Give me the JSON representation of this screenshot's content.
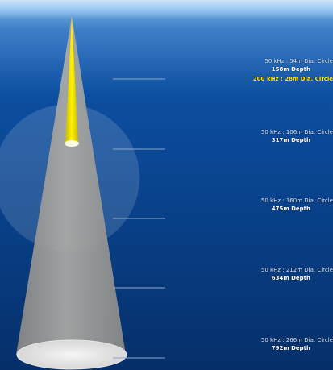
{
  "diagram": {
    "labels": [
      {
        "freq": "50 kHz : 54m Dia. Circle",
        "depth": "158m Depth",
        "extra": "200 kHz : 28m Dia. Circle"
      },
      {
        "freq": "50 kHz : 106m Dia. Circle",
        "depth": "317m Depth"
      },
      {
        "freq": "50 kHz : 160m Dia. Circle",
        "depth": "475m Depth"
      },
      {
        "freq": "50 kHz : 212m Dia. Circle",
        "depth": "634m Depth"
      },
      {
        "freq": "50 kHz : 266m Dia. Circle",
        "depth": "792m Depth"
      }
    ]
  },
  "colors": {
    "water_top": "#82b9ea",
    "water_mid": "#0c4ea0",
    "water_bottom": "#062f69",
    "wide_beam": "#aaa8a1",
    "narrow_beam": "#f4e300",
    "label_text": "#dbe8ff",
    "depth_text": "#ffffff",
    "highlight_text": "#ffee00"
  }
}
